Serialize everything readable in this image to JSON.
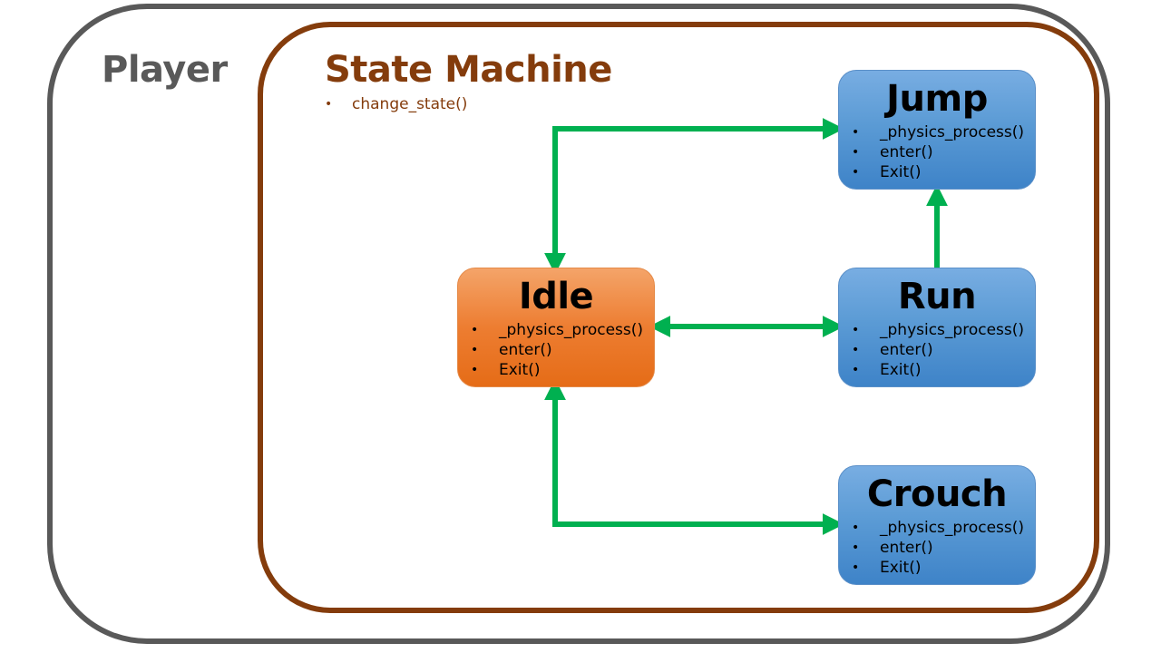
{
  "player": {
    "title": "Player"
  },
  "state_machine": {
    "title": "State Machine",
    "methods": [
      "change_state()"
    ]
  },
  "states": {
    "jump": {
      "name": "Jump",
      "methods": [
        "_physics_process()",
        "enter()",
        "Exit()"
      ]
    },
    "idle": {
      "name": "Idle",
      "methods": [
        "_physics_process()",
        "enter()",
        "Exit()"
      ]
    },
    "run": {
      "name": "Run",
      "methods": [
        "_physics_process()",
        "enter()",
        "Exit()"
      ]
    },
    "crouch": {
      "name": "Crouch",
      "methods": [
        "_physics_process()",
        "enter()",
        "Exit()"
      ]
    }
  },
  "colors": {
    "player_border": "#595959",
    "state_machine_border": "#843c0c",
    "idle_fill": "#ed7d31",
    "state_fill": "#5b9bd5",
    "arrow": "#00b050"
  },
  "transitions": [
    {
      "from": "Idle",
      "to": "Jump",
      "bidirectional": true
    },
    {
      "from": "Idle",
      "to": "Run",
      "bidirectional": true
    },
    {
      "from": "Idle",
      "to": "Crouch",
      "bidirectional": true
    },
    {
      "from": "Run",
      "to": "Jump",
      "bidirectional": false
    }
  ]
}
